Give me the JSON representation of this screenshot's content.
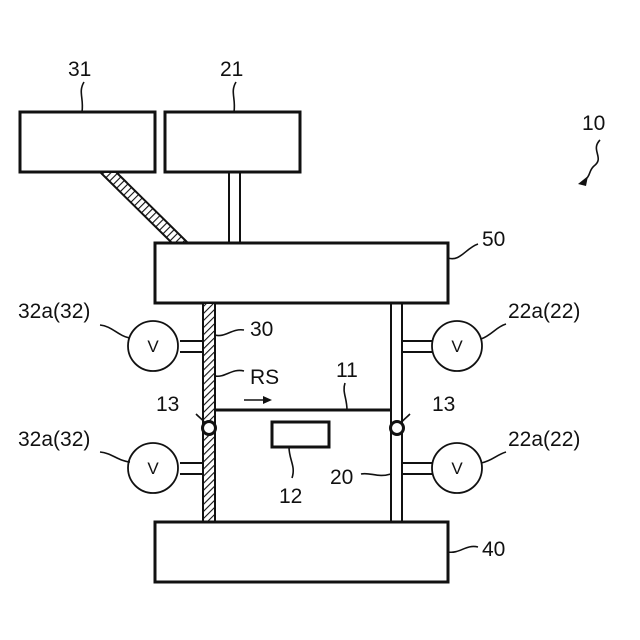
{
  "labels": {
    "system": "10",
    "block_31": "31",
    "block_21": "21",
    "block_50": "50",
    "block_40": "40",
    "valve_left_top": "32a(32)",
    "valve_left_bottom": "32a(32)",
    "valve_right_top": "22a(22)",
    "valve_right_bottom": "22a(22)",
    "pipe_30": "30",
    "pipe_20": "20",
    "rs": "RS",
    "line_11": "11",
    "hinge_left": "13",
    "hinge_right": "13",
    "item_12": "12"
  },
  "valve_symbol": "V"
}
